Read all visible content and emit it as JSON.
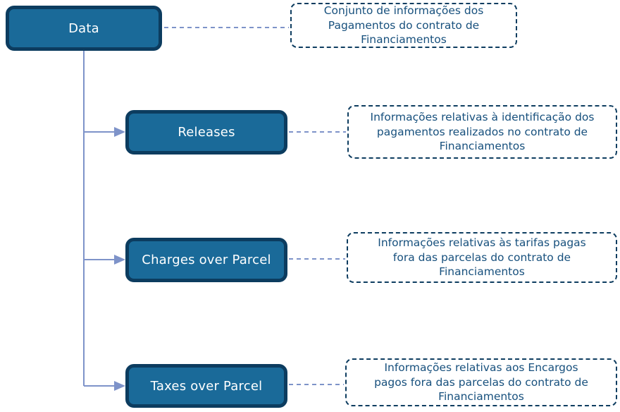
{
  "diagram": {
    "root": {
      "label": "Data",
      "note": "Conjunto de informações dos\nPagamentos do contrato de\nFinanciamentos"
    },
    "children": [
      {
        "label": "Releases",
        "note": "Informações relativas à identificação dos\npagamentos realizados no contrato de\nFinanciamentos"
      },
      {
        "label": "Charges over Parcel",
        "note": "Informações relativas às tarifas pagas\nfora das parcelas do contrato de\nFinanciamentos"
      },
      {
        "label": "Taxes over Parcel",
        "note": "Informações relativas aos Encargos\npagos fora das parcelas do contrato de\nFinanciamentos"
      }
    ],
    "colors": {
      "node-fill": "#1A6A99",
      "node-border": "#0C3C5F",
      "node-text": "#FFFFFF",
      "connector": "#7E93C9",
      "note-border": "#0E3D60",
      "note-text": "#17507D",
      "canvas-bg": "#FFFFFF"
    }
  }
}
